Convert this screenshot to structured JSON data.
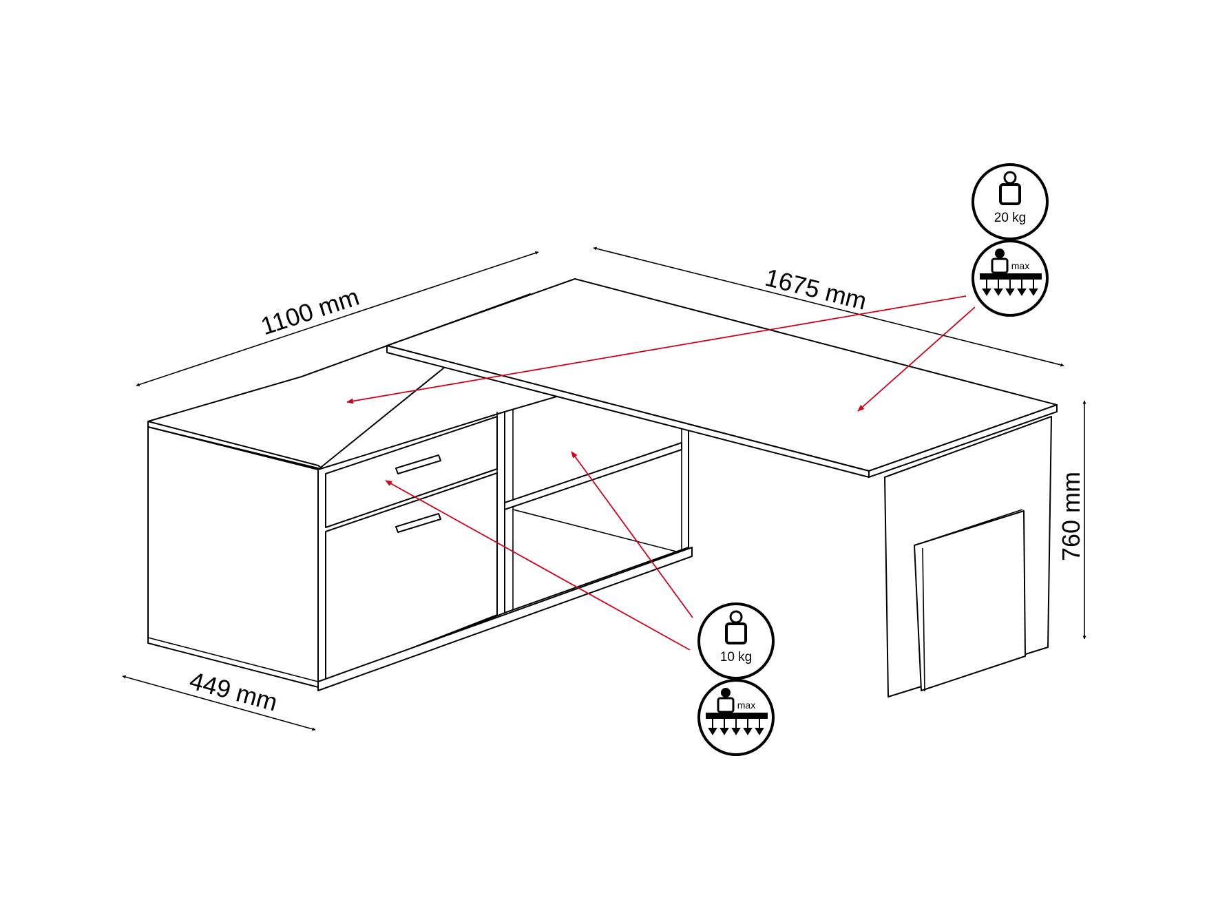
{
  "dimensions": {
    "width_main": "1100 mm",
    "width_return": "1675 mm",
    "depth": "449 mm",
    "height": "760 mm"
  },
  "load_badges": [
    {
      "weight": "20 kg",
      "capacity_label": "max"
    },
    {
      "weight": "10 kg",
      "capacity_label": "max"
    }
  ],
  "colors": {
    "line": "#000000",
    "pointer_arrow": "#d0021b",
    "background": "#ffffff"
  }
}
